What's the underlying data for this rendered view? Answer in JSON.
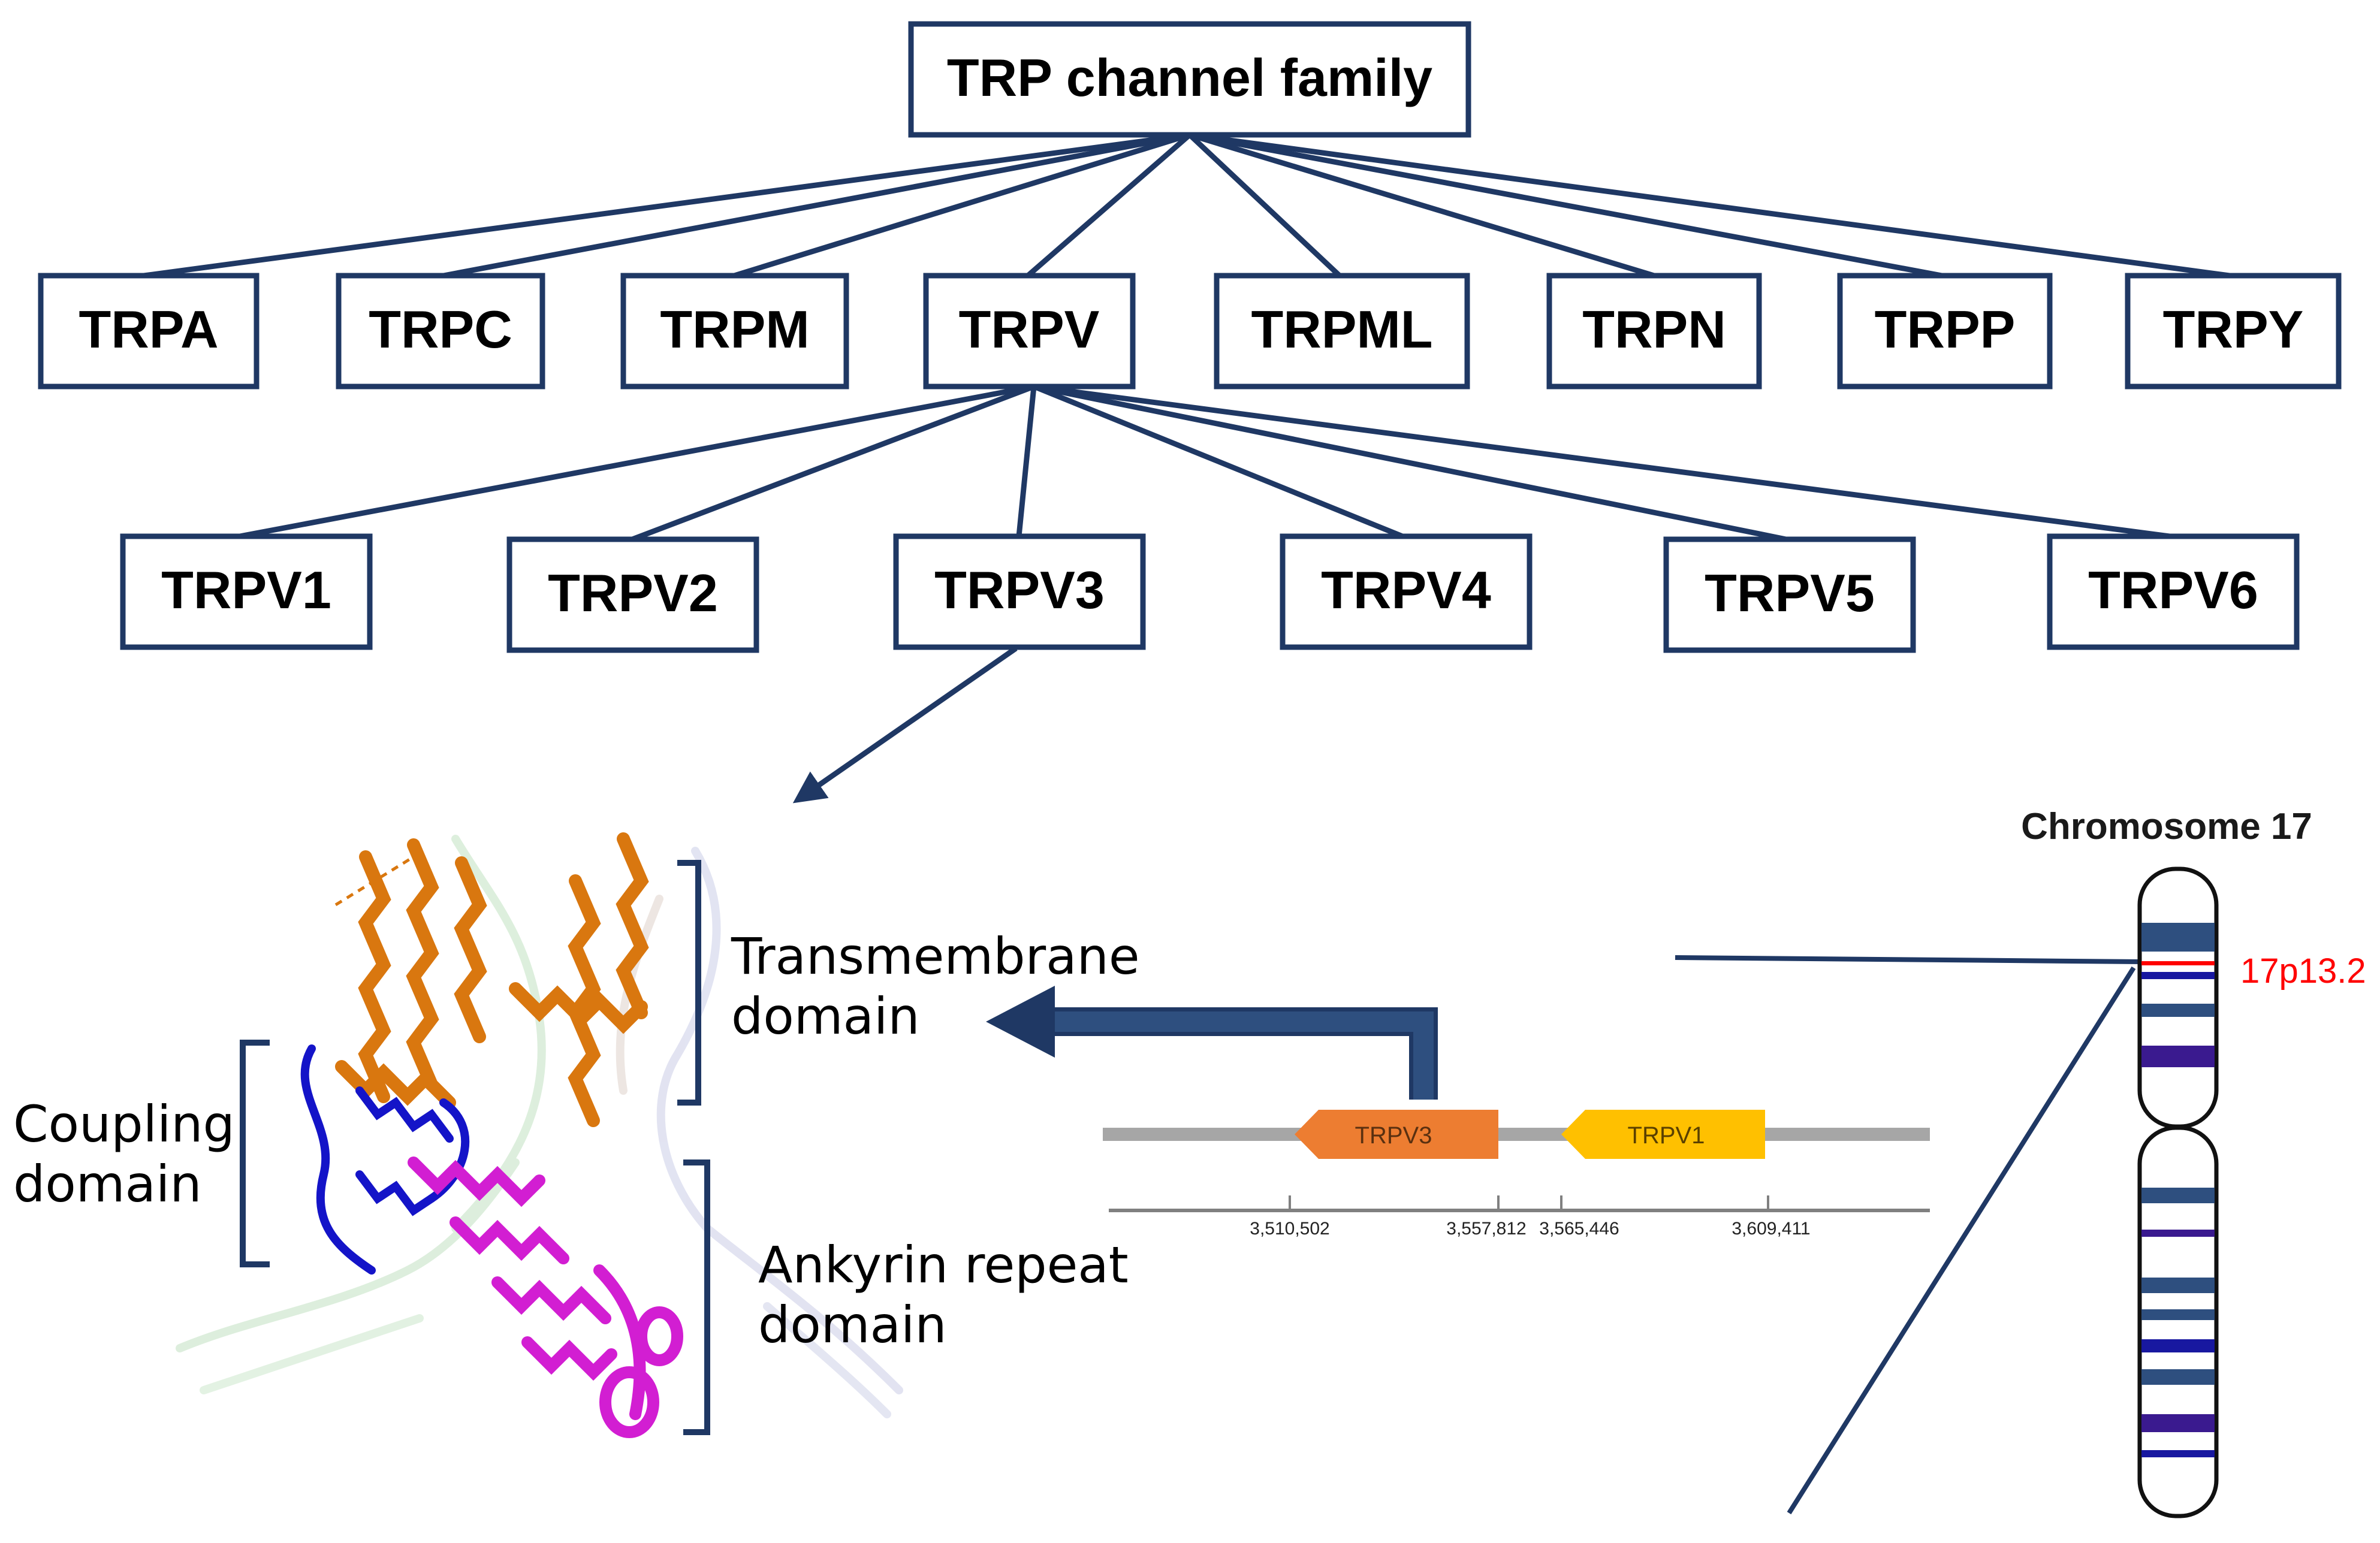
{
  "root": {
    "label": "TRP channel family"
  },
  "subfamilies": [
    "TRPA",
    "TRPC",
    "TRPM",
    "TRPV",
    "TRPML",
    "TRPN",
    "TRPP",
    "TRPY"
  ],
  "trpv_members": [
    "TRPV1",
    "TRPV2",
    "TRPV3",
    "TRPV4",
    "TRPV5",
    "TRPV6"
  ],
  "structure": {
    "transmembrane_label_1": "Transmembrane",
    "transmembrane_label_2": "domain",
    "coupling_label_1": "Coupling",
    "coupling_label_2": "domain",
    "ankyrin_label_1": "Ankyrin repeat",
    "ankyrin_label_2": "domain"
  },
  "gene_track": {
    "genes": [
      "TRPV3",
      "TRPV1"
    ],
    "coordinates": [
      "3,510,502",
      "3,557,812",
      "3,565,446",
      "3,609,411"
    ]
  },
  "chromosome": {
    "title": "Chromosome 17",
    "band_label": "17p13.2"
  },
  "colors": {
    "navy": "#1f3864",
    "orange": "#ed7d31",
    "yellow": "#ffc000",
    "band_red": "#ff0000",
    "helix_orange": "#d9770f",
    "helix_blue": "#1414c8",
    "helix_magenta": "#d21ed2"
  }
}
